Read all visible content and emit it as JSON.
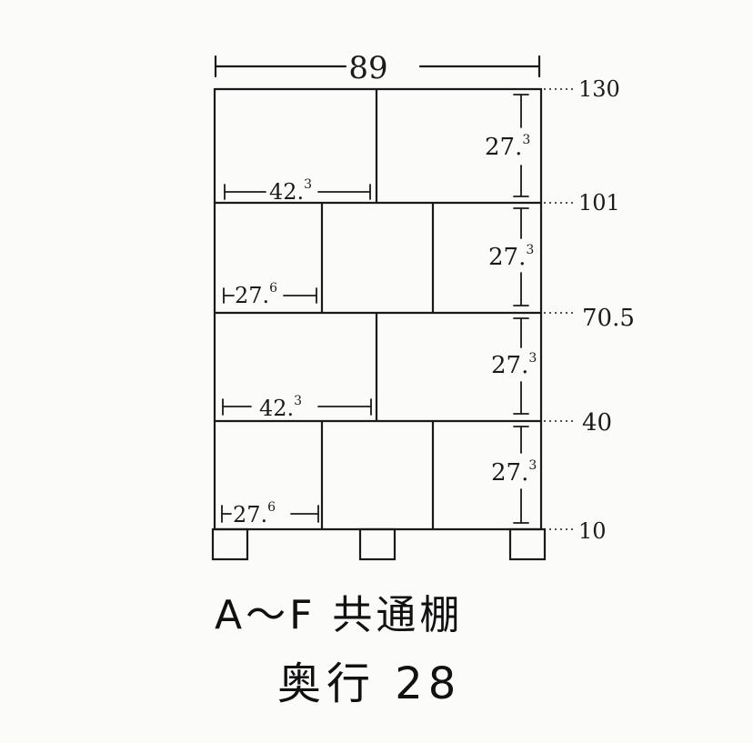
{
  "overall_width": "89",
  "levels": [
    "130",
    "101",
    "70.5",
    "40",
    "10"
  ],
  "heights": [
    {
      "base": "27.",
      "sup": "3"
    },
    {
      "base": "27.",
      "sup": "3"
    },
    {
      "base": "27.",
      "sup": "3"
    },
    {
      "base": "27.",
      "sup": "3"
    }
  ],
  "width_labels": [
    {
      "base": "42.",
      "sup": "3"
    },
    {
      "base": "27.",
      "sup": "6"
    },
    {
      "base": "42.",
      "sup": "3"
    },
    {
      "base": "27.",
      "sup": "6"
    }
  ],
  "caption": {
    "line1": "A～F 共通棚",
    "line2": "奥行 28"
  }
}
